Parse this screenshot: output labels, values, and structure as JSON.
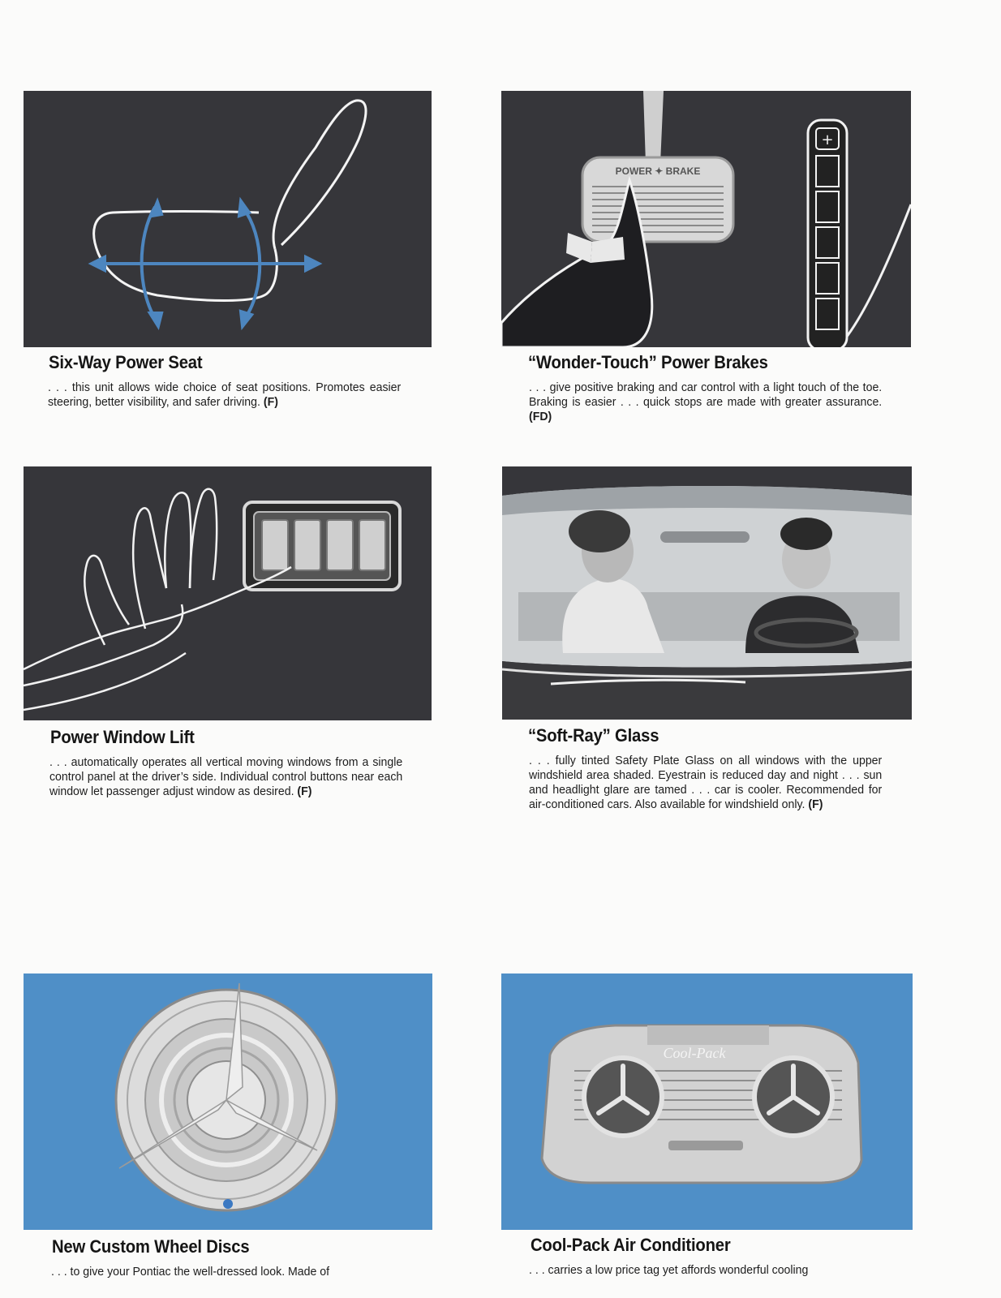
{
  "features": [
    {
      "title": "Six-Way Power Seat",
      "text": ". . . this unit allows wide choice of seat positions. Promotes easier steering, better visibility, and safer driving.",
      "code": "(F)"
    },
    {
      "title": "“Wonder-Touch” Power Brakes",
      "text": ". . . give positive braking and car control with a light touch of the toe. Braking is easier . . . quick stops are made with greater assurance.",
      "code": "(FD)",
      "pedal_label": "POWER ✦ BRAKE"
    },
    {
      "title": "Power Window Lift",
      "text": ". . . automatically operates all vertical moving windows from a single control panel at the driver’s side. Individual control buttons near each window let passenger adjust window as desired.",
      "code": "(F)"
    },
    {
      "title": "“Soft-Ray” Glass",
      "text": ". . . fully tinted Safety Plate Glass on all windows with the upper windshield area shaded. Eyestrain is reduced day and night . . . sun and headlight glare are tamed . . . car is cooler. Recommended for air-conditioned cars. Also available for windshield only.",
      "code": "(F)"
    },
    {
      "title": "New Custom Wheel Discs",
      "text": ". . . to give your Pontiac the well-dressed look. Made of",
      "code": ""
    },
    {
      "title": "Cool-Pack Air Conditioner",
      "text": ". . . carries a low price tag yet affords wonderful cooling",
      "code": "",
      "unit_label": "Cool-Pack"
    }
  ]
}
